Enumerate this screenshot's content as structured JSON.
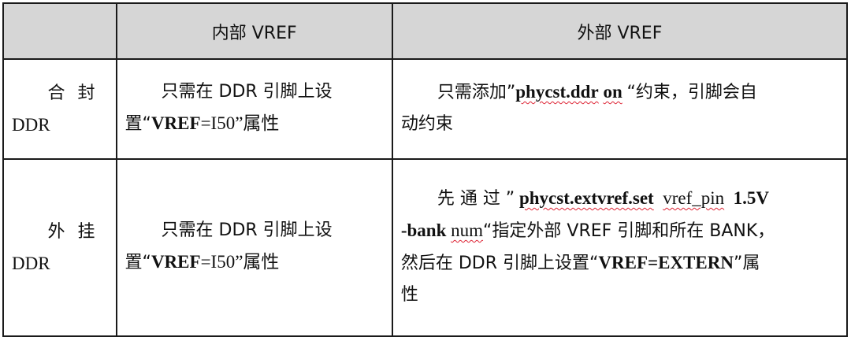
{
  "table": {
    "headers": [
      "",
      "内部 VREF",
      "外部 VREF"
    ],
    "rows": [
      {
        "label_cn": "合封",
        "label_en": "DDR",
        "internal": {
          "p1": "只需在 DDR 引脚上设",
          "p2": "置“",
          "bold": "VREF",
          "p3": "=I50”属性"
        },
        "external": {
          "p1": "只需添加”",
          "bold1": "phycst.ddr",
          "bold2": "on",
          "p2": "“约束，引脚会自",
          "p3": "动约束"
        }
      },
      {
        "label_cn": "外挂",
        "label_en": "DDR",
        "internal": {
          "p1": "只需在 DDR 引脚上设",
          "p2": "置“",
          "bold": "VREF",
          "p3": "=I50”属性"
        },
        "external": {
          "p1": "先 通 过 ”",
          "bold1": "phycst.extvref.set",
          "arg1": "vref_pin",
          "bold2": "1.5V",
          "bold3": "-bank",
          "arg2": "num",
          "p2": "“指定外部 VREF 引脚和所在 BANK，",
          "p3": "然后在 DDR 引脚上设置“",
          "bold4": "VREF=EXTERN",
          "p4": "”属",
          "p5": "性"
        }
      }
    ]
  }
}
